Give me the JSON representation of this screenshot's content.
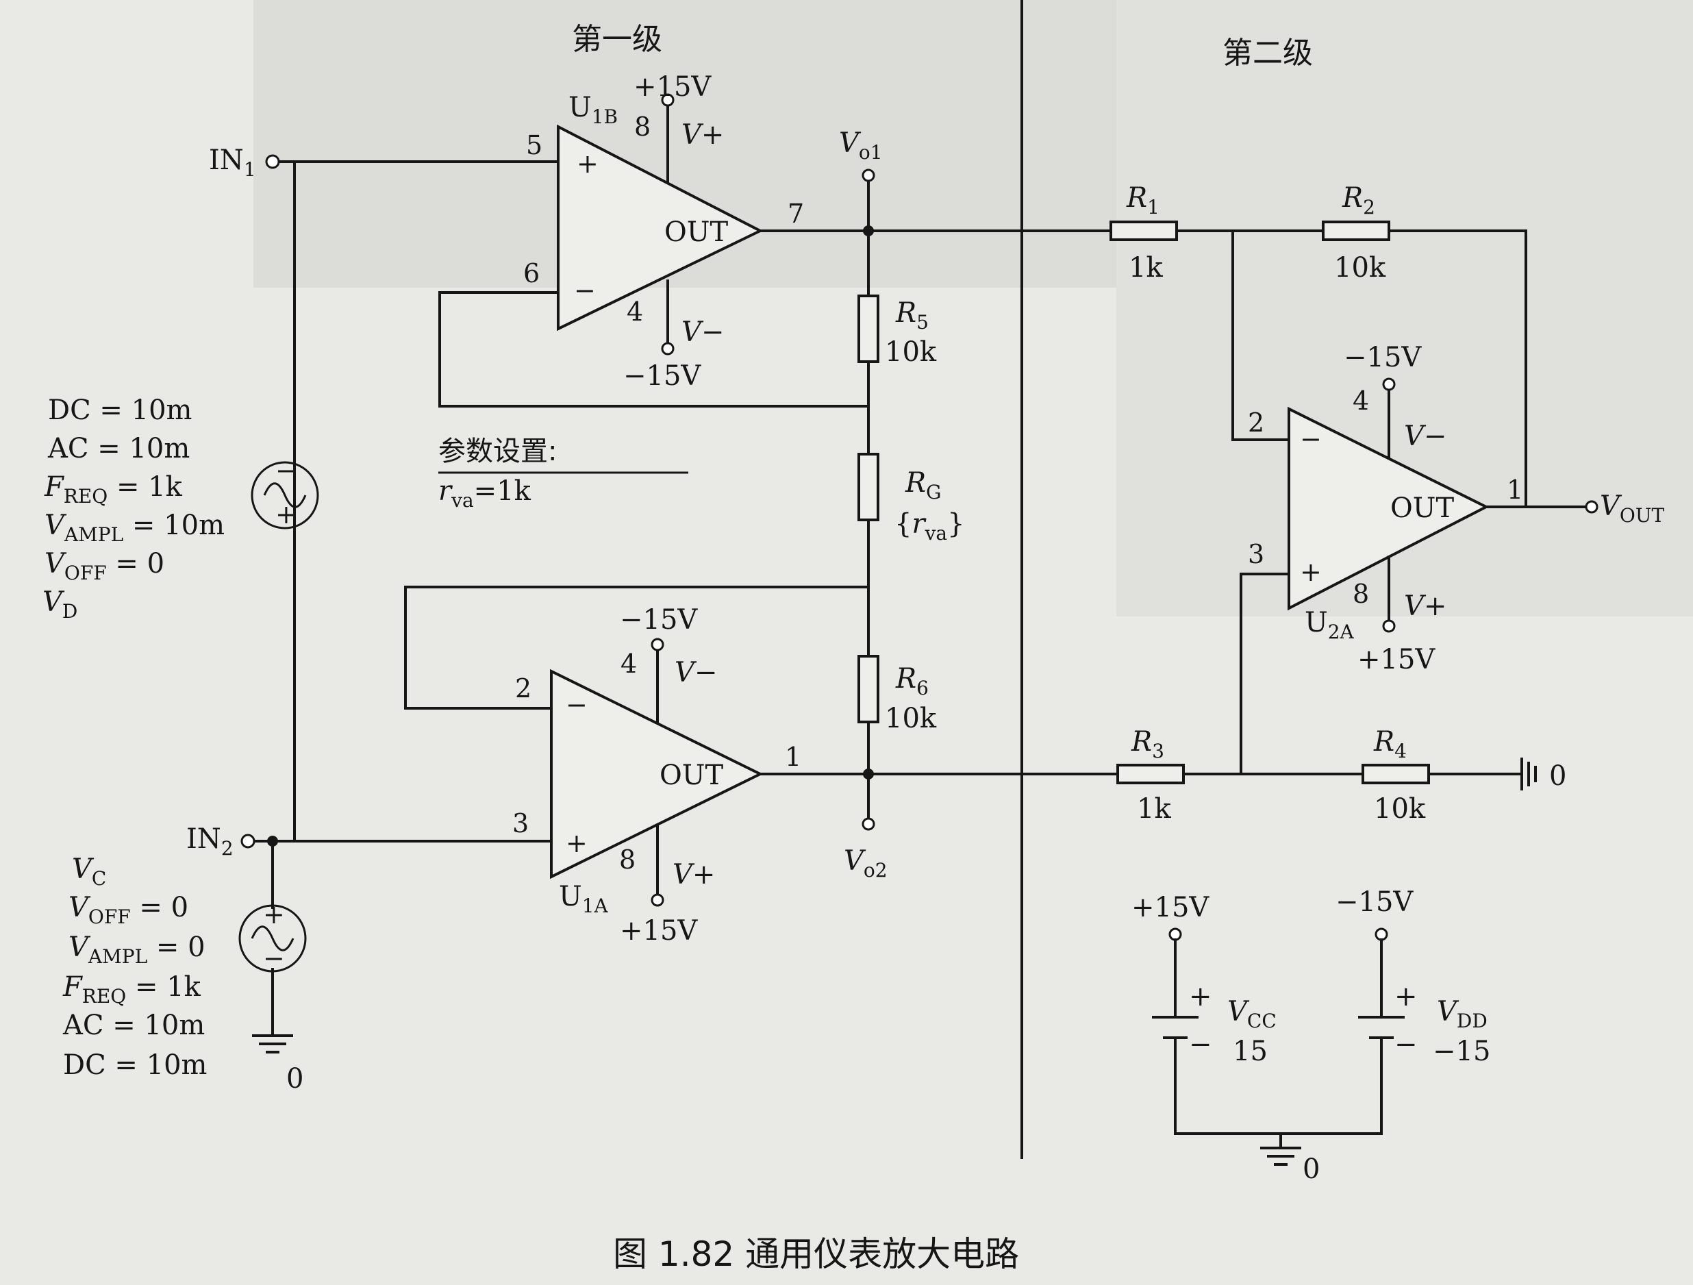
{
  "headings": {
    "stage1": "第一级",
    "stage2": "第二级",
    "param_title": "参数设置:",
    "caption": "图 1.82   通用仪表放大电路"
  },
  "param": {
    "var": "r",
    "sub": "va",
    "value": "=1k"
  },
  "inputs": {
    "in1": {
      "base": "IN",
      "sub": "1"
    },
    "in2": {
      "base": "IN",
      "sub": "2"
    }
  },
  "source_d": {
    "dc": "DC = 10m",
    "ac": "AC = 10m",
    "freq": {
      "base": "F",
      "sub": "REQ",
      "rest": " = 1k"
    },
    "vampl": {
      "base": "V",
      "sub": "AMPL",
      "rest": " = 10m"
    },
    "voff": {
      "base": "V",
      "sub": "OFF",
      "rest": " = 0"
    },
    "name": {
      "base": "V",
      "sub": "D"
    }
  },
  "source_c": {
    "name": {
      "base": "V",
      "sub": "C"
    },
    "voff": {
      "base": "V",
      "sub": "OFF",
      "rest": " = 0"
    },
    "vampl": {
      "base": "V",
      "sub": "AMPL",
      "rest": " = 0"
    },
    "freq": {
      "base": "F",
      "sub": "REQ",
      "rest": " = 1k"
    },
    "ac": "AC = 10m",
    "dc": "DC = 10m",
    "ground": "0"
  },
  "u1b": {
    "name": {
      "base": "U",
      "sub": "1B"
    },
    "supply_top": "+15V",
    "supply_bottom": "−15V",
    "vplus": "V+",
    "vminus": "V−",
    "pin_pos": "5",
    "pin_neg": "6",
    "pin_out": "7",
    "pin_v8": "8",
    "pin_v4": "4",
    "plus": "+",
    "minus": "−",
    "out": "OUT"
  },
  "u1a": {
    "name": {
      "base": "U",
      "sub": "1A"
    },
    "supply_top": "−15V",
    "supply_bottom": "+15V",
    "vplus": "V+",
    "vminus": "V−",
    "pin_neg": "2",
    "pin_pos": "3",
    "pin_out": "1",
    "pin_v4": "4",
    "pin_v8": "8",
    "plus": "+",
    "minus": "−",
    "out": "OUT"
  },
  "u2a": {
    "name": {
      "base": "U",
      "sub": "2A"
    },
    "supply_top": "−15V",
    "supply_bottom": "+15V",
    "vplus": "V+",
    "vminus": "V−",
    "pin_neg": "2",
    "pin_pos": "3",
    "pin_out": "1",
    "pin_v4": "4",
    "pin_v8": "8",
    "plus": "+",
    "minus": "−",
    "out": "OUT"
  },
  "nodes": {
    "vo1": {
      "base": "V",
      "sub": "o1"
    },
    "vo2": {
      "base": "V",
      "sub": "o2"
    },
    "vout": {
      "base": "V",
      "sub": "OUT"
    },
    "r4_ground": "0",
    "supply_ground": "0"
  },
  "resistors": {
    "r5": {
      "base": "R",
      "sub": "5",
      "value": "10k"
    },
    "rg": {
      "base": "R",
      "sub": "G",
      "value_open": "{",
      "value_var": "r",
      "value_sub": "va",
      "value_close": "}"
    },
    "r6": {
      "base": "R",
      "sub": "6",
      "value": "10k"
    },
    "r1": {
      "base": "R",
      "sub": "1",
      "value": "1k"
    },
    "r2": {
      "base": "R",
      "sub": "2",
      "value": "10k"
    },
    "r3": {
      "base": "R",
      "sub": "3",
      "value": "1k"
    },
    "r4": {
      "base": "R",
      "sub": "4",
      "value": "10k"
    }
  },
  "supplies": {
    "vcc": {
      "base": "V",
      "sub": "CC",
      "value": "15",
      "top": "+15V",
      "plus": "+",
      "minus": "−"
    },
    "vdd": {
      "base": "V",
      "sub": "DD",
      "value": "−15",
      "top": "−15V",
      "plus": "+",
      "minus": "−"
    }
  }
}
